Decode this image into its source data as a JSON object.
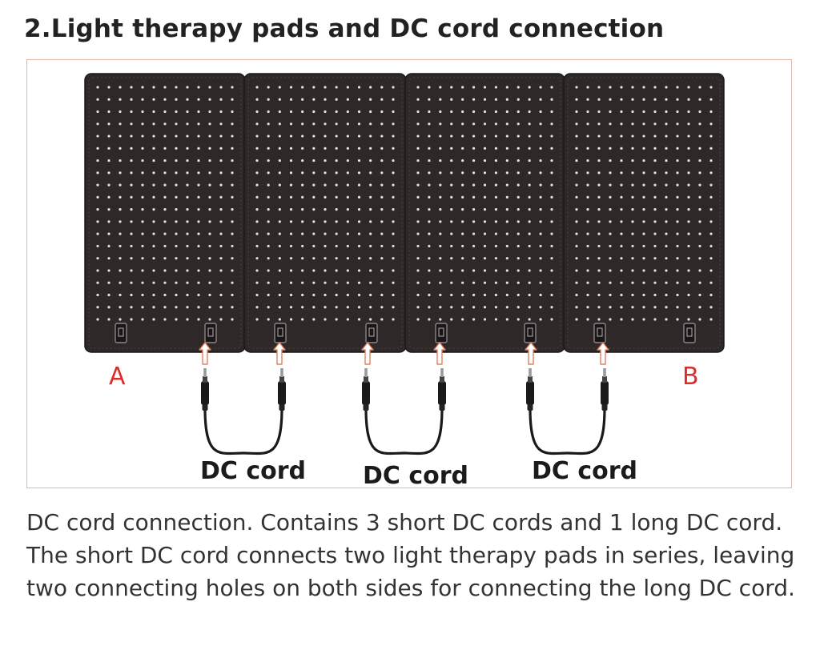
{
  "heading": "2.Light therapy pads and DC cord connection",
  "diagram": {
    "pad_count": 4,
    "pad_color": "#2e2829",
    "led_color": "#e6e2de",
    "arrow_color": "#e0805f",
    "frame_color": "#e3b7a7",
    "label_a": "A",
    "label_b": "B",
    "label_color": "#e02b2b",
    "cords": [
      {
        "label": "DC cord"
      },
      {
        "label": "DC cord"
      },
      {
        "label": "DC cord"
      }
    ]
  },
  "description": "DC cord connection. Contains 3 short DC cords and 1 long DC cord. The short DC cord connects two light therapy pads in series, leaving two connecting holes on both sides for connecting the long DC cord."
}
